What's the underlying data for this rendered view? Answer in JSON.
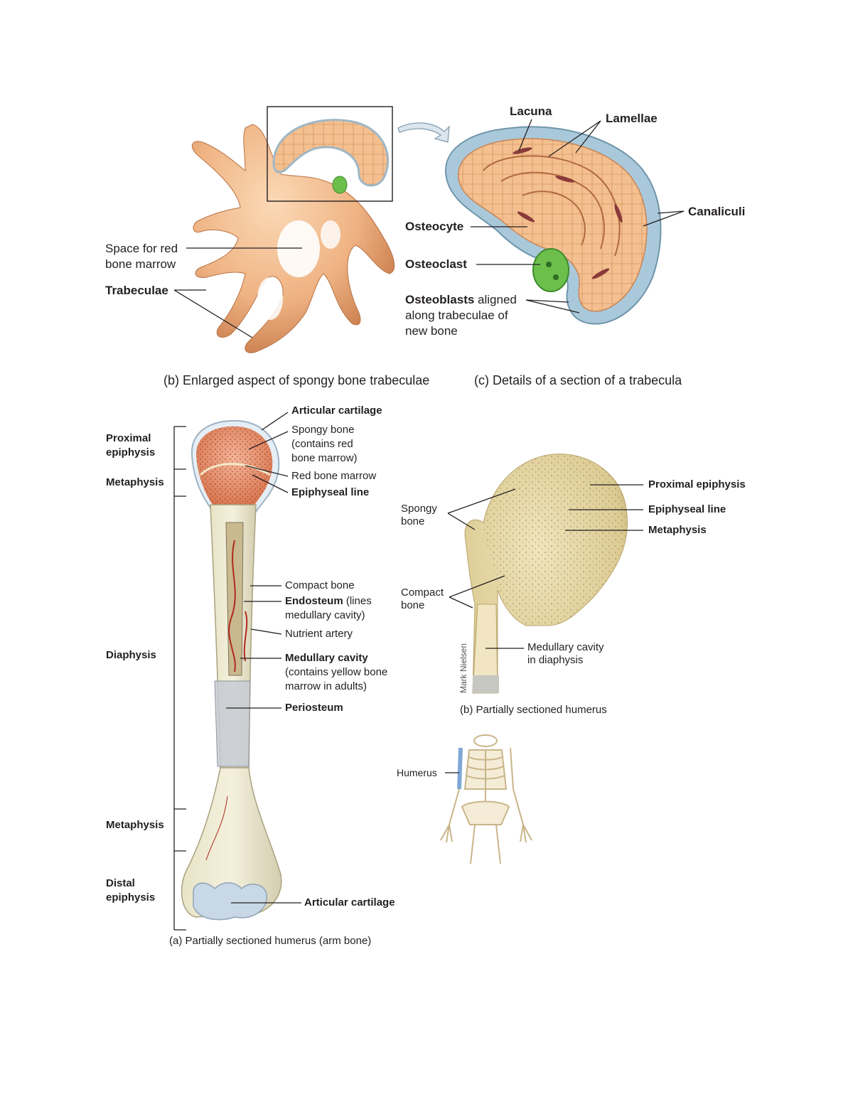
{
  "top_left": {
    "space_label": "Space for red bone marrow",
    "space_line1": "Space for red",
    "space_line2": "bone marrow",
    "trabeculae": "Trabeculae",
    "caption": "(b) Enlarged aspect of spongy bone trabeculae"
  },
  "top_right": {
    "lacuna": "Lacuna",
    "lamellae": "Lamellae",
    "canaliculi": "Canaliculi",
    "osteocyte": "Osteocyte",
    "osteoclast": "Osteoclast",
    "osteoblasts_bold": "Osteoblasts",
    "osteoblasts_rest1": " aligned",
    "osteoblasts_line2": "along trabeculae of",
    "osteoblasts_line3": "new bone",
    "caption": "(c) Details of a section of a trabecula"
  },
  "humerus_a": {
    "proximal_epiphysis_1": "Proximal",
    "proximal_epiphysis_2": "epiphysis",
    "metaphysis_top": "Metaphysis",
    "diaphysis": "Diaphysis",
    "metaphysis_bottom": "Metaphysis",
    "distal_epiphysis_1": "Distal",
    "distal_epiphysis_2": "epiphysis",
    "articular_cartilage_top": "Articular cartilage",
    "spongy_1": "Spongy  bone",
    "spongy_2": "(contains red",
    "spongy_3": "bone marrow)",
    "red_marrow": "Red bone marrow",
    "epiphyseal_line": "Epiphyseal line",
    "compact_bone": "Compact bone",
    "endosteum_bold": "Endosteum",
    "endosteum_rest": " (lines",
    "endosteum_2": "medullary cavity)",
    "nutrient_artery": "Nutrient artery",
    "medullary_cavity": "Medullary cavity",
    "medullary_2": "(contains yellow bone",
    "medullary_3": "marrow in adults)",
    "periosteum": "Periosteum",
    "articular_cartilage_bottom": "Articular cartilage",
    "caption": "(a) Partially sectioned humerus (arm bone)"
  },
  "humerus_b": {
    "proximal_epiphysis": "Proximal epiphysis",
    "epiphyseal_line": "Epiphyseal line",
    "metaphysis": "Metaphysis",
    "spongy_1": "Spongy",
    "spongy_2": "bone",
    "compact_1": "Compact",
    "compact_2": "bone",
    "medullary_1": "Medullary cavity",
    "medullary_2": "in diaphysis",
    "credit": "Mark Nielsen",
    "caption": "(b) Partially sectioned humerus",
    "humerus": "Humerus"
  },
  "colors": {
    "bone_tan": "#f2b98c",
    "bone_shadow": "#d98e5c",
    "periosteum_blue": "#a8c6d6",
    "osteoclast_green": "#6cbf4a",
    "marrow_red": "#b93a2a",
    "cartilage_blue": "#c9d8e6",
    "spongy_photo": "#e9dcaf"
  }
}
